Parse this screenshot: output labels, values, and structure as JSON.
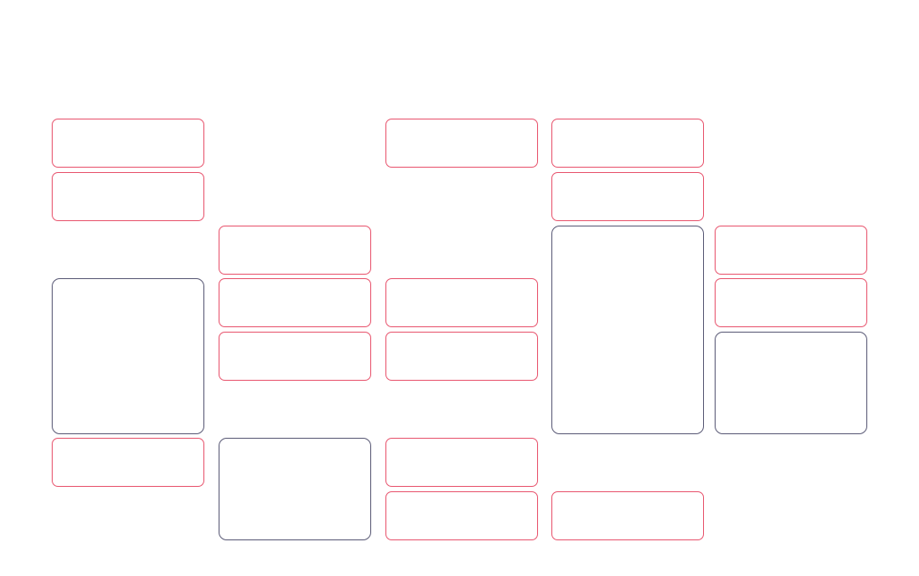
{
  "colors": {
    "pink_border": "#e8566f",
    "slate_border": "#5b5b77",
    "background": "#ffffff"
  },
  "boxes": [
    {
      "id": "c1-r1",
      "style": "pink"
    },
    {
      "id": "c1-r2",
      "style": "pink"
    },
    {
      "id": "c1-tall",
      "style": "slate"
    },
    {
      "id": "c1-bottom",
      "style": "pink"
    },
    {
      "id": "c2-r1",
      "style": "pink"
    },
    {
      "id": "c2-r2",
      "style": "pink"
    },
    {
      "id": "c2-r3",
      "style": "pink"
    },
    {
      "id": "c2-large",
      "style": "slate"
    },
    {
      "id": "c3-top",
      "style": "pink"
    },
    {
      "id": "c3-mid1",
      "style": "pink"
    },
    {
      "id": "c3-mid2",
      "style": "pink"
    },
    {
      "id": "c3-bot1",
      "style": "pink"
    },
    {
      "id": "c3-bot2",
      "style": "pink"
    },
    {
      "id": "c4-r1",
      "style": "pink"
    },
    {
      "id": "c4-r2",
      "style": "pink"
    },
    {
      "id": "c4-tall",
      "style": "slate"
    },
    {
      "id": "c4-bottom",
      "style": "pink"
    },
    {
      "id": "c5-r1",
      "style": "pink"
    },
    {
      "id": "c5-r2",
      "style": "pink"
    },
    {
      "id": "c5-large",
      "style": "slate"
    }
  ]
}
